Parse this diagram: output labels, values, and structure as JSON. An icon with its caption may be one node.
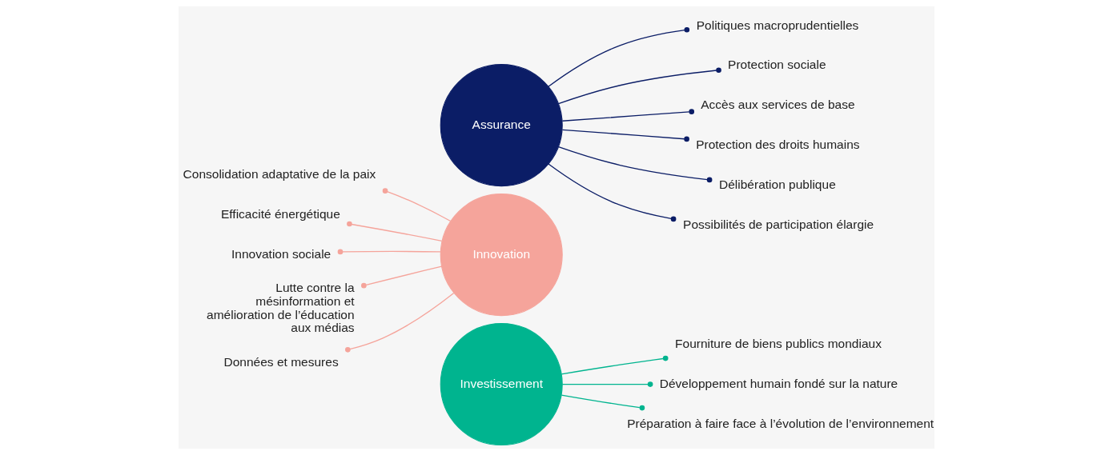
{
  "diagram": {
    "nodes": [
      {
        "text": [
          "Investissement"
        ]
      },
      {
        "text": [
          "Innovation"
        ]
      },
      {
        "text": [
          "Assurance"
        ]
      },
      {
        "text": [
          "Fourniture de biens publics mondiaux"
        ]
      },
      {
        "text": [
          "Développement humain fondé sur la nature"
        ]
      },
      {
        "text": [
          "Préparation à faire face à l’évolution de l’environnement"
        ]
      },
      {
        "text": [
          "Consolidation adaptative de la paix"
        ]
      },
      {
        "text": [
          "Efficacité énergétique"
        ]
      },
      {
        "text": [
          "Innovation sociale"
        ]
      },
      {
        "text": [
          "Lutte contre la mésinformation et amélioration de l’éducation aux médias"
        ]
      },
      {
        "text": [
          "Données et mesures"
        ]
      },
      {
        "text": [
          "Politiques macroprudentielles"
        ]
      },
      {
        "text": [
          "Protection sociale"
        ]
      },
      {
        "text": [
          "Accès aux services de base"
        ]
      },
      {
        "text": [
          "Protection des droits humains"
        ]
      },
      {
        "text": [
          "Délibération publique"
        ]
      },
      {
        "text": [
          "Possibilités de participation élargie"
        ]
      }
    ],
    "edges": [
      {
        "from": 0,
        "to": 3,
        "arrow": "other",
        "color": "#00b48f"
      },
      {
        "from": 0,
        "to": 4,
        "arrow": "other",
        "color": "#00b48f"
      },
      {
        "from": 0,
        "to": 5,
        "arrow": "other",
        "color": "#00b48f"
      },
      {
        "from": 1,
        "to": 6,
        "arrow": "other",
        "color": "#f5a49b"
      },
      {
        "from": 1,
        "to": 7,
        "arrow": "other",
        "color": "#f5a49b"
      },
      {
        "from": 1,
        "to": 8,
        "arrow": "other",
        "color": "#f5a49b"
      },
      {
        "from": 1,
        "to": 9,
        "arrow": "other",
        "color": "#f5a49b"
      },
      {
        "from": 1,
        "to": 10,
        "arrow": "other",
        "color": "#f5a49b"
      },
      {
        "from": 2,
        "to": 11,
        "arrow": "other",
        "color": "#0b1d66"
      },
      {
        "from": 2,
        "to": 12,
        "arrow": "other",
        "color": "#0b1d66"
      },
      {
        "from": 2,
        "to": 13,
        "arrow": "other",
        "color": "#0b1d66"
      },
      {
        "from": 2,
        "to": 14,
        "arrow": "other",
        "color": "#0b1d66"
      },
      {
        "from": 2,
        "to": 15,
        "arrow": "other",
        "color": "#0b1d66"
      },
      {
        "from": 2,
        "to": 16,
        "arrow": "other",
        "color": "#0b1d66"
      }
    ]
  }
}
